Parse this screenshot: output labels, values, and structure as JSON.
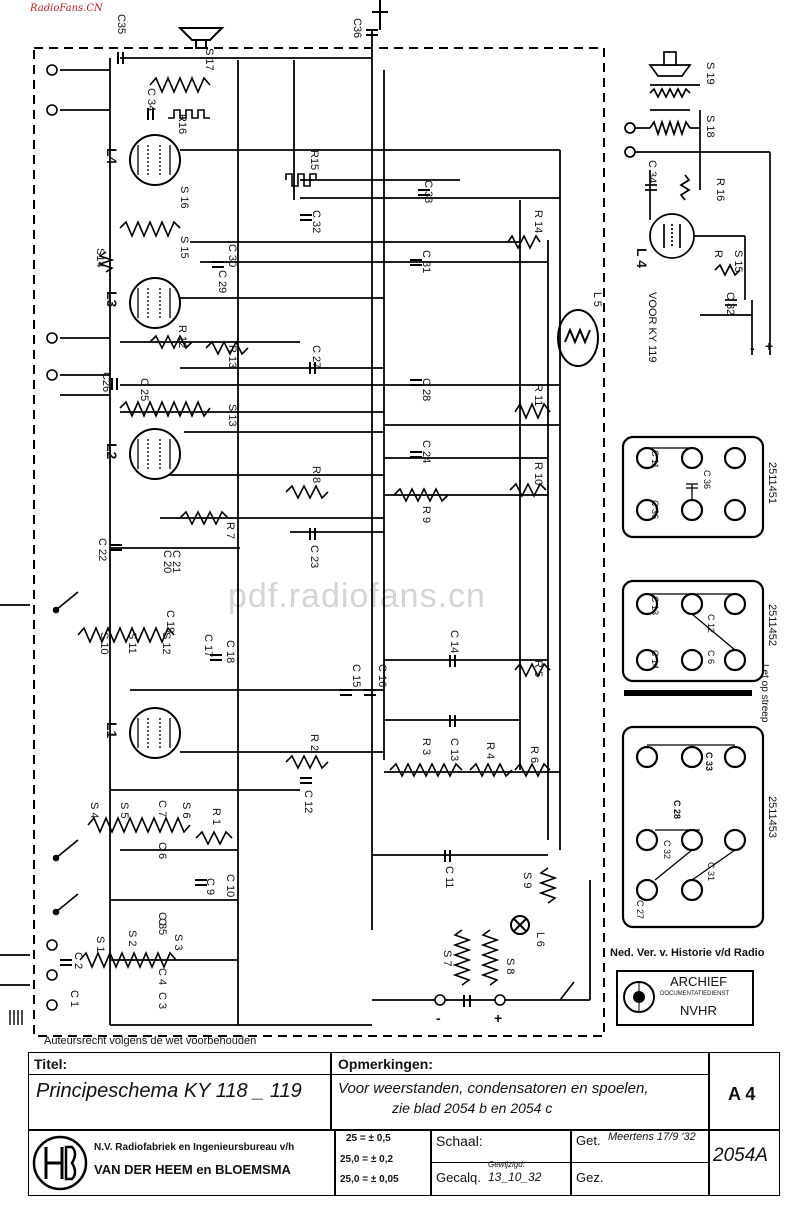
{
  "watermark_top": "RadioFans.CN",
  "watermark_center": "pdf.radiofans.cn",
  "copyright": "Auteursrecht volgens de wet voorbehouden",
  "tubes": [
    "L4",
    "L3",
    "L2",
    "L1"
  ],
  "left_labels": {
    "c35": "C35",
    "c36": "C36",
    "s17": "S 17",
    "c34": "C 34",
    "r16": "R16",
    "s16": "S 16",
    "r15": "R15",
    "c33": "C 33",
    "c32": "C 32",
    "s14": "S14",
    "s15": "S 15",
    "c30": "C 30",
    "c29": "C 29",
    "r14": "R 14",
    "c31": "C 31",
    "l5": "L 5",
    "r12": "R 12",
    "r13": "R 13",
    "c27": "C 27",
    "c26": "C26",
    "c25": "C 25",
    "s13": "S 13",
    "c28": "C 28",
    "r11": "R 11",
    "c24": "C 24",
    "r10": "R 10",
    "r9": "R 9",
    "r8": "R 8",
    "r7": "R 7",
    "c22": "C 22",
    "c23": "C 23",
    "c20": "C 20",
    "c21": "C 21",
    "c19": "C 19",
    "s10": "S 10",
    "s11": "S 11",
    "s12": "S 12",
    "c17": "C 17",
    "c18": "C 18",
    "c14": "C 14",
    "c15": "C 15",
    "c16": "C 16",
    "r5": "R 5",
    "r2": "R 2",
    "r3": "R 3",
    "c13": "C 13",
    "r4": "R 4",
    "r6": "R 6",
    "c12": "C 12",
    "s4": "S 4",
    "s5": "S 5",
    "s6": "S 6",
    "r1": "R 1",
    "c6": "C 6",
    "c7": "C 7",
    "c9": "C 9",
    "c10": "C 10",
    "c11": "C 11",
    "s9": "S 9",
    "c8": "C 8",
    "s1": "S 1",
    "s2": "S 2",
    "s3": "S 3",
    "c2": "C 2",
    "c1": "C 1",
    "c3": "C 3",
    "c4": "C 4",
    "c5": "C 5",
    "s7": "S 7",
    "s8": "S 8",
    "l6": "L 6",
    "minus": "-",
    "plus": "+"
  },
  "right_schematic": {
    "s19": "S 19",
    "s18": "S 18",
    "c34": "C 34",
    "r16": "R 16",
    "l4": "L 4",
    "r": "R",
    "s15": "S 15",
    "c32": "C 32",
    "voor": "VOOR KY 119",
    "minus": "-",
    "plus": "+"
  },
  "sockets": [
    {
      "labels": [
        "C 11",
        "C 36",
        "C 36"
      ],
      "code": "2511451"
    },
    {
      "labels": [
        "C 13",
        "C 12",
        "C 14",
        "C 6"
      ],
      "code": "2511452"
    },
    {
      "labels": [
        "C 33",
        "C 28",
        "C 32",
        "C 31",
        "C 27"
      ],
      "code": "2511453"
    }
  ],
  "letop": "Let op streep",
  "nvhr": {
    "header": "Ned. Ver. v. Historie v/d Radio",
    "archief": "ARCHIEF",
    "dienst": "DOCUMENTATIEDIENST",
    "nvhr": "NVHR"
  },
  "title_block": {
    "titel_label": "Titel:",
    "titel_value": "Principeschema KY 118 _ 119",
    "opm_label": "Opmerkingen:",
    "opm_line1": "Voor weerstanden, condensatoren en spoelen,",
    "opm_line2": "zie blad 2054 b en 2054 c",
    "format": "A 4",
    "company_line1": "N.V. Radiofabriek en Ingenieursbureau v/h",
    "company_line2": "VAN DER HEEM en BLOEMSMA",
    "tol1": "25 = ± 0,5",
    "tol2": "25,0 = ± 0,2",
    "tol3": "25,0 = ± 0,05",
    "schaal_label": "Schaal:",
    "get_label": "Get.",
    "get_value": "Meertens 17/9 '32",
    "gecalq_label": "Gecalq.",
    "gecalq_value": "13_10_32",
    "gewijzigd": "Gewijzigd:",
    "gez_label": "Gez.",
    "number": "2054A"
  }
}
